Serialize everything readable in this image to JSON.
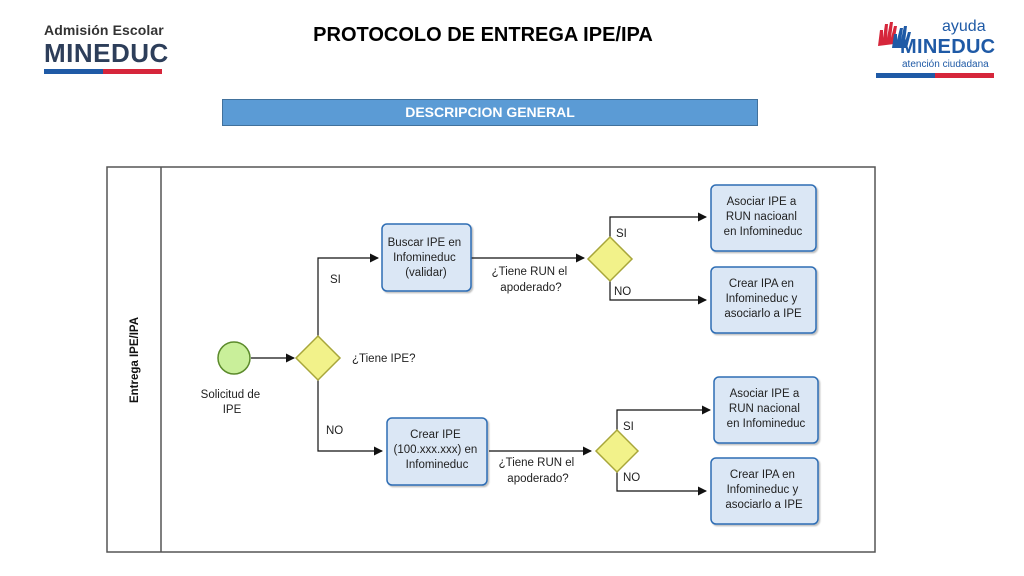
{
  "header": {
    "logo_left_line1": "Admisión Escolar",
    "logo_left_line2": "MINEDUC",
    "title": "PROTOCOLO DE ENTREGA IPE/IPA",
    "logo_right_line1": "ayuda",
    "logo_right_line2": "MINEDUC",
    "logo_right_line3": "atención ciudadana"
  },
  "banner": "DESCRIPCION GENERAL",
  "lane": {
    "label": "Entrega IPE/IPA"
  },
  "start": {
    "label_lines": [
      "Solicitud de",
      "IPE"
    ]
  },
  "gateways": {
    "main": {
      "label": "¿Tiene IPE?"
    },
    "top": {
      "label_lines": [
        "¿Tiene RUN el",
        "apoderado?"
      ]
    },
    "bottom": {
      "label_lines": [
        "¿Tiene RUN el",
        "apoderado?"
      ]
    }
  },
  "tasks": {
    "buscar": [
      "Buscar IPE en",
      "Infomineduc",
      "(validar)"
    ],
    "crear_ipe": [
      "Crear IPE",
      "(100.xxx.xxx) en",
      "Infomineduc"
    ],
    "asociar_top": [
      "Asociar IPE a",
      "RUN nacioanl",
      "en Infomineduc"
    ],
    "crear_ipa_top": [
      "Crear IPA en",
      "Infomineduc y",
      "asociarlo a IPE"
    ],
    "asociar_bottom": [
      "Asociar IPE a",
      "RUN nacional",
      "en Infomineduc"
    ],
    "crear_ipa_bottom": [
      "Crear IPA en",
      "Infomineduc y",
      "asociarlo a IPE"
    ]
  },
  "flow_labels": {
    "si_main": "SI",
    "no_main": "NO",
    "si_top": "SI",
    "no_top": "NO",
    "si_bottom": "SI",
    "no_bottom": "NO"
  },
  "colors": {
    "task_fill": "#dbe7f5",
    "task_stroke": "#2e6db4",
    "gateway_fill": "#f2f28a",
    "gateway_stroke": "#a8a63a",
    "start_fill": "#c9ef9a",
    "start_stroke": "#5b8a2b",
    "banner": "#5b9bd5"
  }
}
